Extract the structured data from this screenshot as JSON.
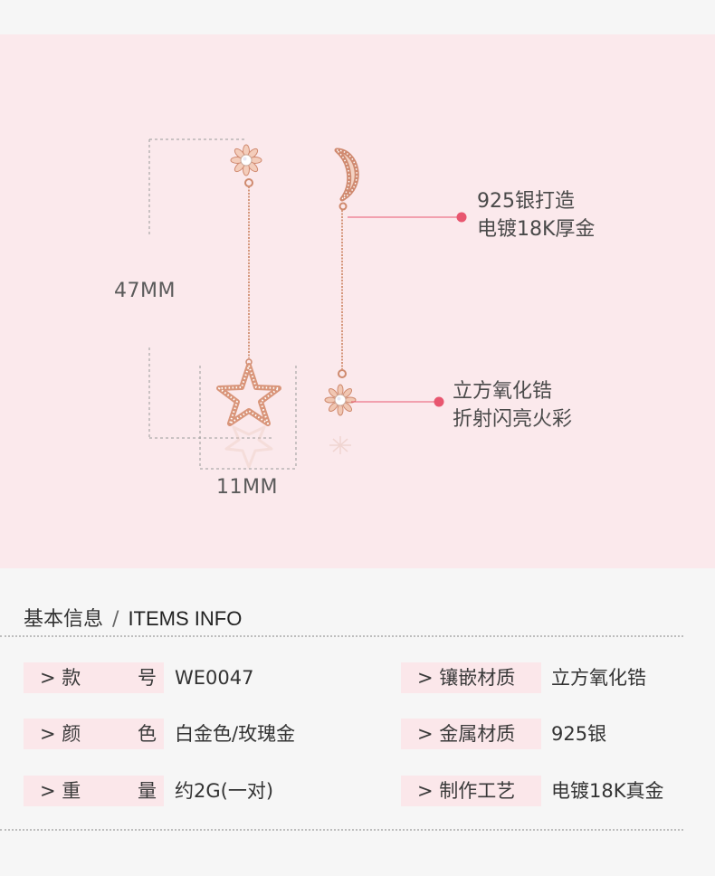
{
  "hero": {
    "height_label": "47MM",
    "width_label": "11MM",
    "callout_top": [
      "925银打造",
      "电镀18K厚金"
    ],
    "callout_bottom": [
      "立方氧化锆",
      "折射闪亮火彩"
    ],
    "accent_color": "#e8566f"
  },
  "info": {
    "title_cn": "基本信息",
    "title_sep": "/",
    "title_en": "ITEMS INFO",
    "rows_left": [
      {
        "prefix": "> 款",
        "suffix": "号",
        "value": "WE0047"
      },
      {
        "prefix": "> 颜",
        "suffix": "色",
        "value": "白金色/玫瑰金"
      },
      {
        "prefix": "> 重",
        "suffix": "量",
        "value": "约2G(一对)"
      }
    ],
    "rows_right": [
      {
        "label": "> 镶嵌材质",
        "value": "立方氧化锆"
      },
      {
        "label": "> 金属材质",
        "value": "925银"
      },
      {
        "label": "> 制作工艺",
        "value": "电镀18K真金"
      }
    ]
  }
}
